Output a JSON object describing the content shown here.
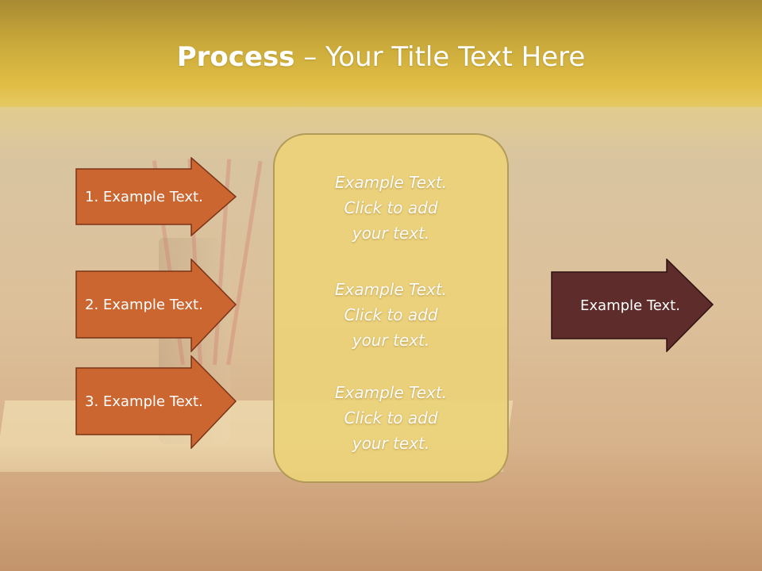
{
  "title": {
    "bold": "Process",
    "rest": " – Your Title Text Here"
  },
  "steps": [
    {
      "label": "1. Example Text."
    },
    {
      "label": "2. Example Text."
    },
    {
      "label": "3. Example Text."
    }
  ],
  "center": [
    {
      "line1": "Example Text.",
      "line2": "Click  to add",
      "line3": "your text."
    },
    {
      "line1": "Example Text.",
      "line2": "Click  to add",
      "line3": "your text."
    },
    {
      "line1": "Example Text.",
      "line2": "Click  to add",
      "line3": "your text."
    }
  ],
  "result": {
    "label": "Example Text."
  },
  "colors": {
    "step_arrow": "#cc6630",
    "result_arrow": "#5e2c2a",
    "center_box": "#ecd27a",
    "title_band": "#e1be45"
  }
}
